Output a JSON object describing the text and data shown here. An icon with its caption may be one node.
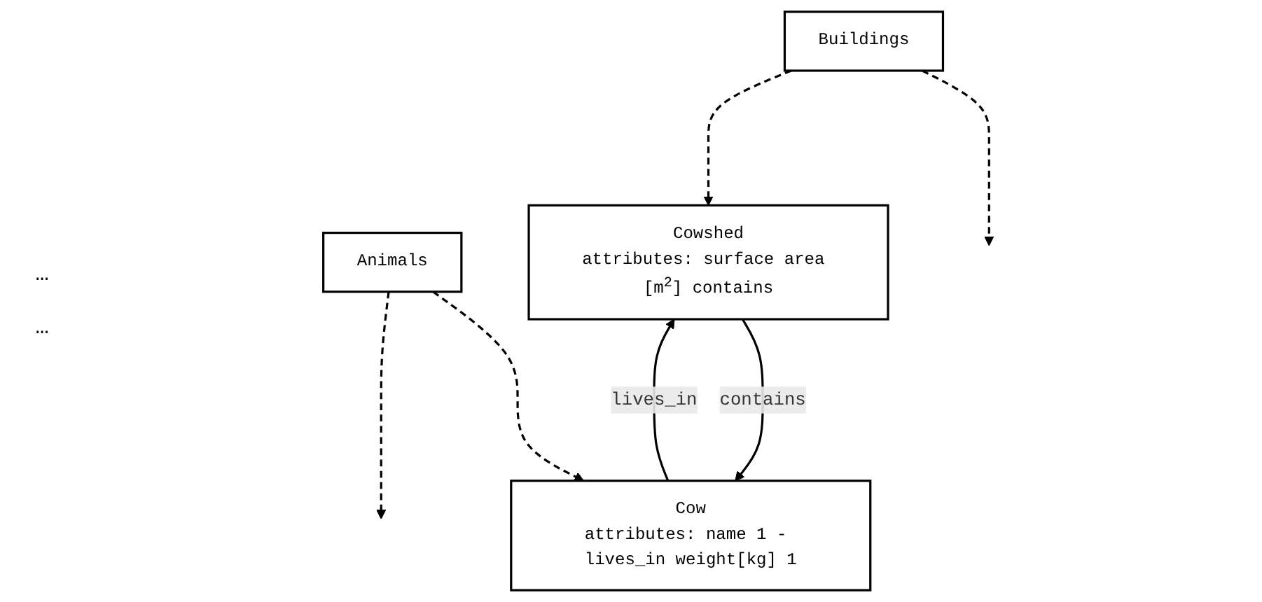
{
  "diagram": {
    "nodes": [
      {
        "text": [
          "Buildings"
        ]
      },
      {
        "text": [
          "Animals"
        ]
      },
      {
        "text": [
          "Cowshed",
          "attributes: surface area [m$^{2}$] contains"
        ]
      },
      {
        "text": [
          "Cow",
          "attributes: name 1 - lives_in weight[kg] 1"
        ]
      }
    ],
    "edges": [
      {
        "from": 0,
        "to": null,
        "arrow": "to",
        "style": "dashed"
      },
      {
        "from": 0,
        "to": 2,
        "arrow": "to",
        "style": "dashed"
      },
      {
        "from": 1,
        "to": 3,
        "arrow": "to",
        "style": "dashed"
      },
      {
        "from": 1,
        "to": null,
        "arrow": "to",
        "style": "dashed"
      },
      {
        "from": 3,
        "to": 2,
        "label": "lives_in",
        "arrow": "to"
      },
      {
        "from": 2,
        "to": 3,
        "label": "contains",
        "arrow": "to"
      }
    ],
    "labels": [
      "…",
      "…"
    ]
  }
}
